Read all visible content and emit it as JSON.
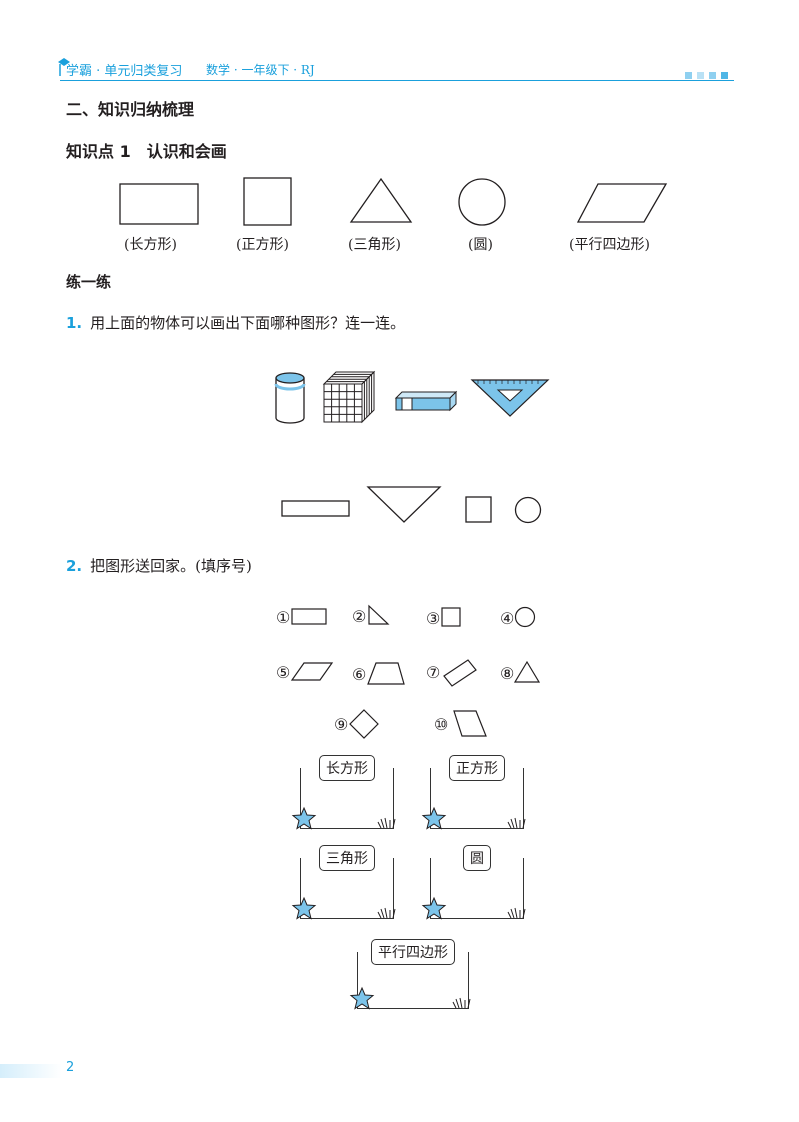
{
  "header": {
    "brand": "学霸 · 单元归类复习",
    "subject": "数学 · 一年级下 · RJ",
    "accent_color": "#1aa0dc"
  },
  "section_title": "二、知识归纳梳理",
  "knowledge_point": {
    "title": "知识点 1　认识和会画",
    "shapes": [
      {
        "icon": "rectangle-icon",
        "label": "(长方形)"
      },
      {
        "icon": "square-icon",
        "label": "(正方形)"
      },
      {
        "icon": "triangle-icon",
        "label": "(三角形)"
      },
      {
        "icon": "circle-icon",
        "label": "(圆)"
      },
      {
        "icon": "parallelogram-icon",
        "label": "(平行四边形)"
      }
    ]
  },
  "practice_title": "练一练",
  "question1": {
    "number": "1.",
    "text": "用上面的物体可以画出下面哪种图形？连一连。",
    "objects": [
      "cylinder-icon",
      "cube-icon",
      "eraser-icon",
      "set-square-icon"
    ],
    "targets": [
      "rectangle-icon",
      "triangle-icon",
      "square-icon",
      "circle-icon"
    ]
  },
  "question2": {
    "number": "2.",
    "text": "把图形送回家。(填序号)",
    "items": [
      {
        "num": "①",
        "icon": "rectangle-icon"
      },
      {
        "num": "②",
        "icon": "right-triangle-icon"
      },
      {
        "num": "③",
        "icon": "square-icon"
      },
      {
        "num": "④",
        "icon": "circle-icon"
      },
      {
        "num": "⑤",
        "icon": "parallelogram-icon"
      },
      {
        "num": "⑥",
        "icon": "trapezoid-icon"
      },
      {
        "num": "⑦",
        "icon": "tilted-rectangle-icon"
      },
      {
        "num": "⑧",
        "icon": "triangle-icon"
      },
      {
        "num": "⑨",
        "icon": "diamond-icon"
      },
      {
        "num": "⑩",
        "icon": "parallelogram-icon"
      }
    ],
    "homes": [
      "长方形",
      "正方形",
      "三角形",
      "圆",
      "平行四边形"
    ],
    "star_color": "#7cc4ea"
  },
  "page_number": "2"
}
